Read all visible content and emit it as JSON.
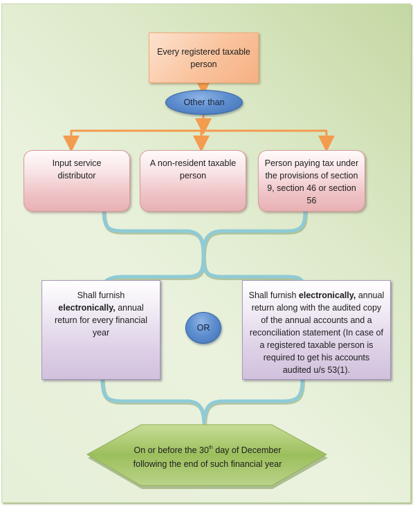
{
  "diagram": {
    "top_node": {
      "text": "Every registered taxable person"
    },
    "connector_label": {
      "text": "Other than"
    },
    "categories": [
      {
        "text": "Input service distributor"
      },
      {
        "text": "A non-resident taxable person"
      },
      {
        "text": "Person paying tax under the provisions of section 9, section 46 or section 56"
      }
    ],
    "options": [
      {
        "prefix": "Shall furnish ",
        "bold": "electronically,",
        "suffix": " annual return for every financial year"
      },
      {
        "prefix": "Shall furnish ",
        "bold": "electronically,",
        "suffix": " annual return along with the audited copy of the annual accounts and a reconciliation statement (In case of a registered taxable person is required to get his accounts audited u/s 53(1)."
      }
    ],
    "or_label": {
      "text": "OR"
    },
    "deadline": {
      "line1_pre": "On or before the 30",
      "line1_sup": "th",
      "line1_post": " day of December",
      "line2": "following the end of such financial year"
    },
    "colors": {
      "arrow": "#f39b4f",
      "brace": "#8ecbd6",
      "ellipse": "#4f7fc2",
      "top_box": "#f9c39d",
      "category_box": "#efc4c7",
      "option_box": "#ddd0e6",
      "deadline_fill": "#9cbf5c",
      "background": "#dbe8c6"
    }
  }
}
